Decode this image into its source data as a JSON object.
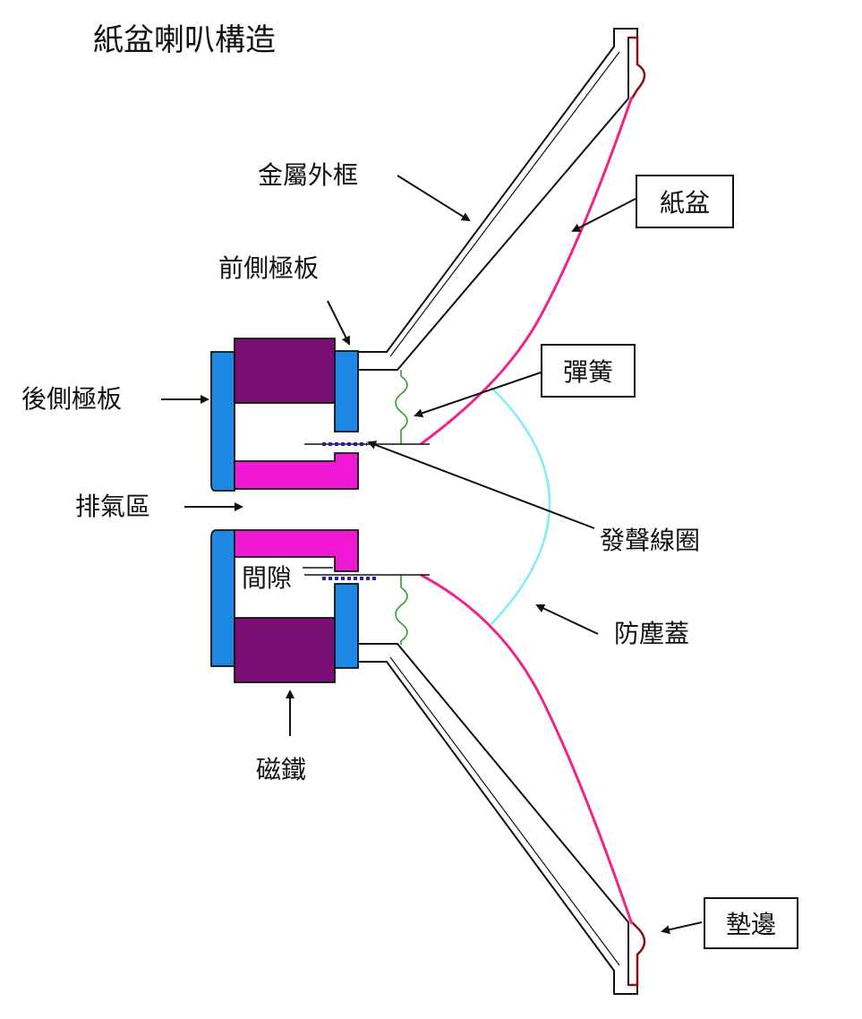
{
  "title": "紙盆喇叭構造",
  "labels": {
    "frame": "金屬外框",
    "cone": "紙盆",
    "front_plate": "前側極板",
    "spider": "彈簧",
    "back_plate": "後側極板",
    "vent": "排氣區",
    "voice_coil": "發聲線圈",
    "gap": "間隙",
    "dust_cap": "防塵蓋",
    "magnet": "磁鐵",
    "surround": "墊邊"
  },
  "colors": {
    "plate": "#1E88E5",
    "magnet": "#7B0E74",
    "pole": "#F018D2",
    "cone": "#F02488",
    "dust_cap": "#80EEF2",
    "spider": "#2E9E2E",
    "surround": "#8B1010",
    "coil": "#2222AA",
    "outline": "#111111"
  }
}
